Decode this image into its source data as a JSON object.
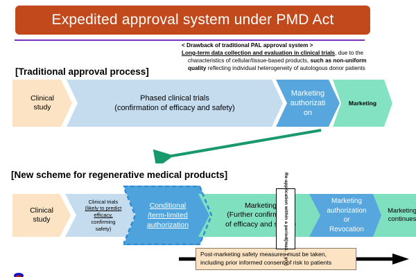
{
  "slide": {
    "title": "Expedited approval system under PMD Act",
    "title_bg": "#C1491B",
    "divider_color": "#7B2FBE"
  },
  "note": {
    "line1": "< Drawback of traditional PAL approval system >",
    "line2_underlined": "Long-term data collection and evaluation in clinical trials",
    "line2_rest": ", due to the",
    "line3_a": "characteristics of cellular/tissue-based products, ",
    "line3_b": "such as non-uniform",
    "line4_b": "quality",
    "line4_a": " reflecting individual heterogeneity of autologous donor patients"
  },
  "traditional": {
    "heading": "[Traditional approval process]",
    "steps": [
      {
        "id": "clinical-study",
        "line1": "Clinical",
        "line2": "study",
        "color": "#FBE3C4"
      },
      {
        "id": "phased-trials",
        "line1": "Phased clinical trials",
        "line2": "(confirmation of efficacy and safety)",
        "color": "#C5DCEF"
      },
      {
        "id": "marketing-authorization",
        "line1": "Marketing",
        "line2": "authorizati",
        "line3": "on",
        "color": "#57A7DE"
      },
      {
        "id": "marketing",
        "line1": "Marketing",
        "color": "#83E2C2"
      }
    ]
  },
  "new_scheme": {
    "heading": "[New scheme for regenerative medical products]",
    "steps": [
      {
        "id": "clinical-study",
        "line1": "Clinical",
        "line2": "study",
        "color": "#FBE3C4"
      },
      {
        "id": "clinical-trials",
        "line1": "Clinical  trials",
        "line2": "(likely to predict",
        "line3": "efficacy,",
        "line4": "confirming",
        "line5": "safety)",
        "color": "#C5DCEF"
      },
      {
        "id": "conditional-authorization",
        "line1": "Conditional",
        "line2": "/term-limited",
        "line3": "authorization",
        "color": "#4EA3DC"
      },
      {
        "id": "marketing-further-confirmation",
        "line1": "Marketing",
        "line2": "(Further confirmation",
        "line3": "of efficacy and safety)",
        "color": "#7FE0C0"
      },
      {
        "id": "marketing-authorization-or-revocation",
        "line1": "Marketing",
        "line2": "authorization",
        "line3": "or",
        "line4": "Revocation",
        "color": "#57A7DE"
      },
      {
        "id": "marketing-continues",
        "line1": "Marketing",
        "line2": "continues",
        "color": "#7FE0C0"
      }
    ],
    "reapplication_note": "Re-application within a period(max. 7 yrs)",
    "callout_line1": "Post-marketing safety measures must be taken,",
    "callout_line2": "including prior informed consent of risk to patients"
  }
}
